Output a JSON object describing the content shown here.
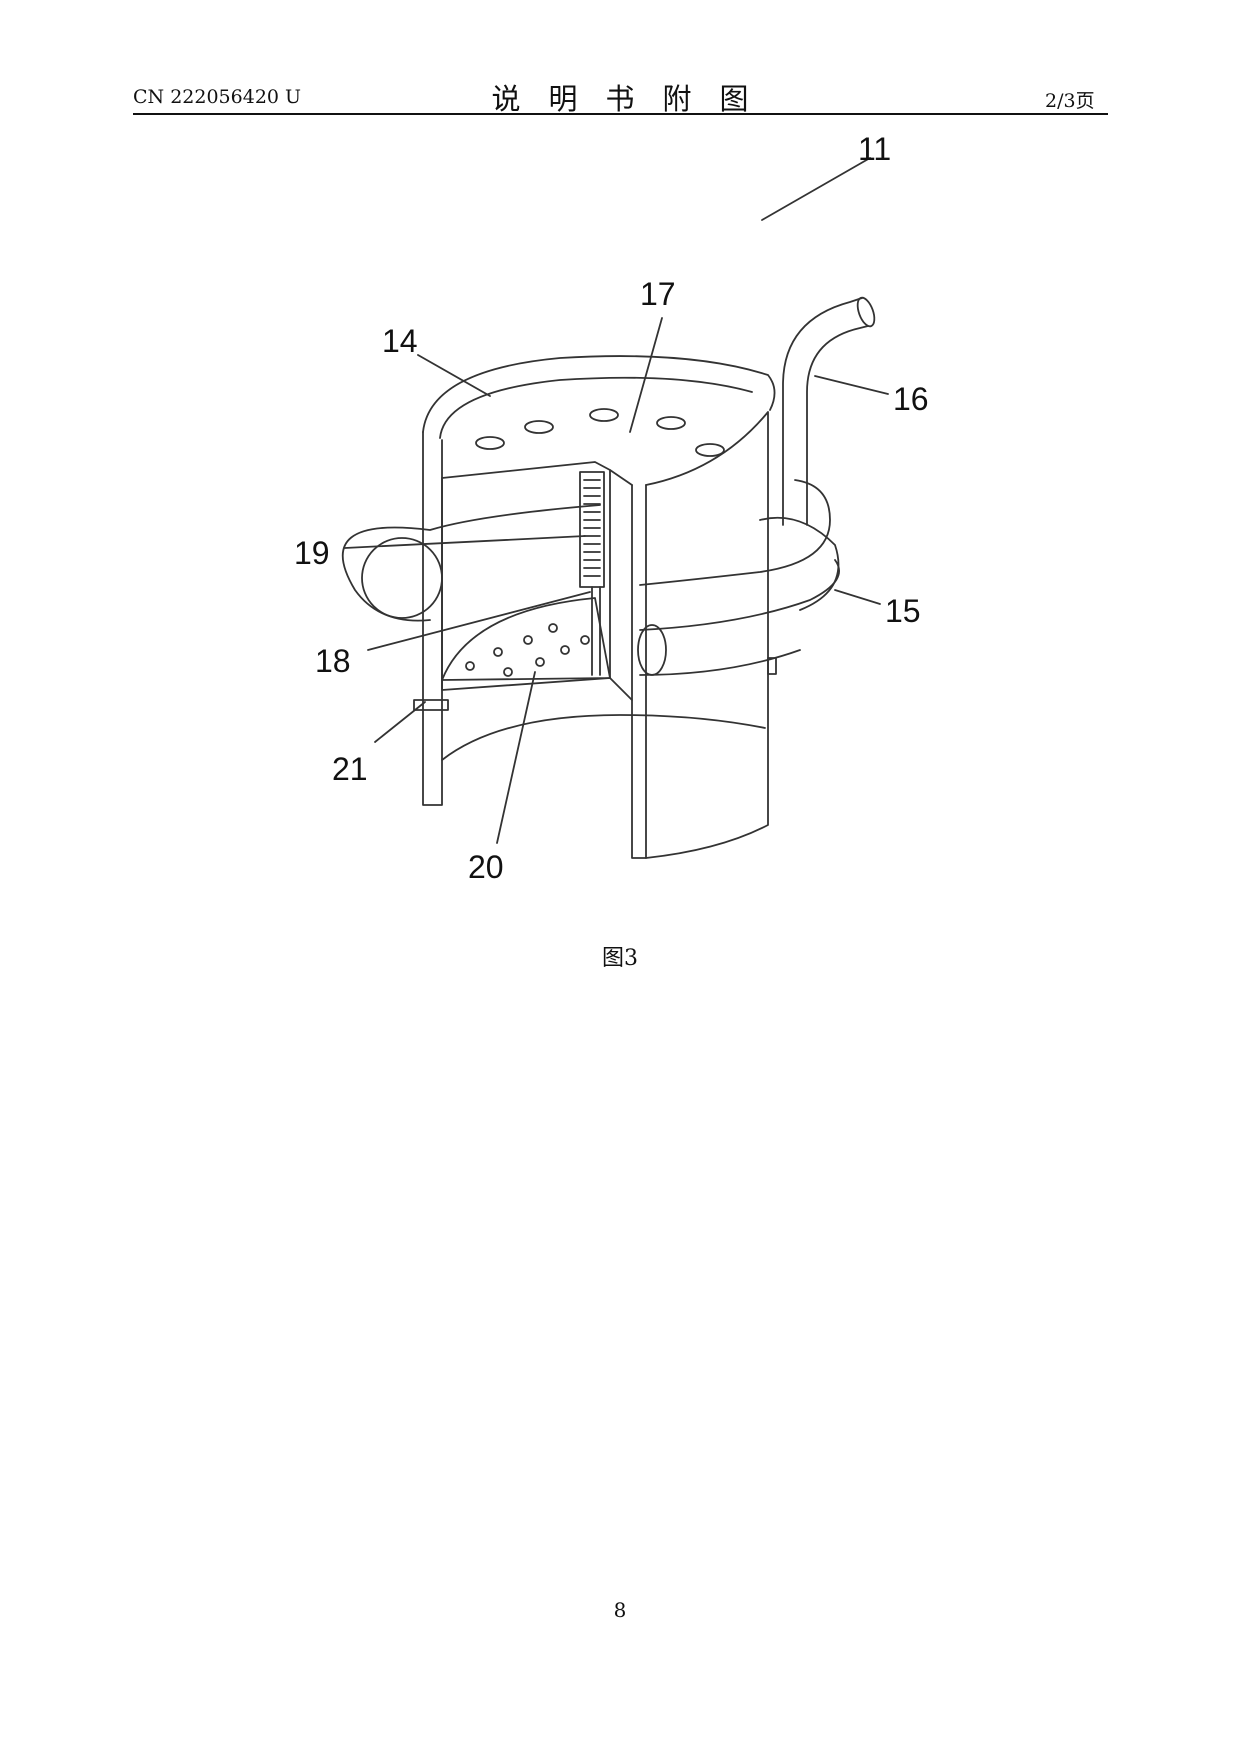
{
  "header": {
    "doc_number": "CN 222056420 U",
    "title": "说明书附图",
    "page_of": "2/3页"
  },
  "figure": {
    "caption": "图3",
    "labels": {
      "l11": "11",
      "l14": "14",
      "l15": "15",
      "l16": "16",
      "l17": "17",
      "l18": "18",
      "l19": "19",
      "l20": "20",
      "l21": "21"
    }
  },
  "footer": {
    "page_number": "8"
  }
}
